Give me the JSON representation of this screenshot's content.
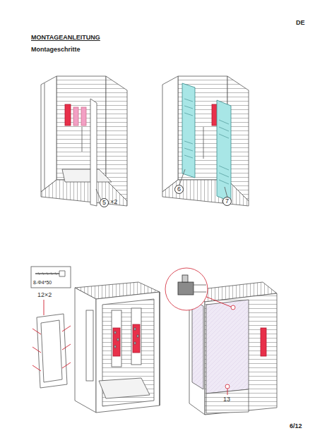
{
  "diagram": {
    "title": "MONTAGEANLEITUNG",
    "nodes": [
      {
        "text": [
          "5"
        ]
      },
      {
        "text": [
          "6"
        ]
      },
      {
        "text": [
          "7"
        ]
      }
    ],
    "labels": [
      "DE",
      "Montageschritte",
      "×2",
      "8-Φ4*50",
      "12×2",
      "13",
      "6/12"
    ]
  }
}
